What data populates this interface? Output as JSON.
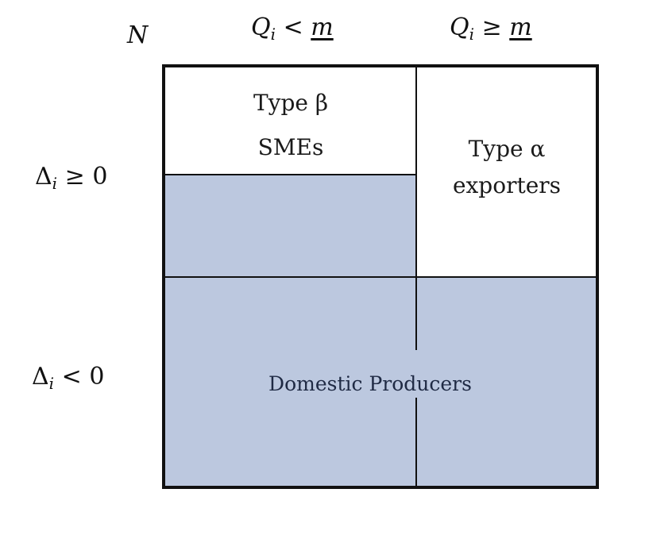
{
  "corner_label": "N",
  "columns": [
    {
      "var": "Q",
      "sub": "i",
      "op": "<",
      "threshold": "m"
    },
    {
      "var": "Q",
      "sub": "i",
      "op": "≥",
      "threshold": "m"
    }
  ],
  "rows": [
    {
      "var": "Δ",
      "sub": "i",
      "op": "≥",
      "value": "0"
    },
    {
      "var": "Δ",
      "sub": "i",
      "op": "<",
      "value": "0"
    }
  ],
  "cells": {
    "type_beta_title": "Type β",
    "type_beta_sub": "SMEs",
    "type_alpha_title": "Type α",
    "type_alpha_sub": "exporters",
    "domestic": "Domestic Producers"
  },
  "colors": {
    "shaded_region": "#bcc8df",
    "border": "#111111"
  }
}
